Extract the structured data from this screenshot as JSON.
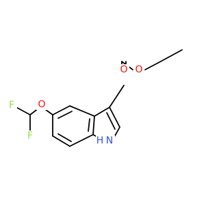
{
  "molecule": {
    "atoms": {
      "o_carbonyl": {
        "symbol": "O",
        "color": "#ff0d0d"
      },
      "o_ester": {
        "symbol": "O",
        "color": "#ff0d0d"
      },
      "o_ether": {
        "symbol": "O",
        "color": "#ff0d0d"
      },
      "f_top": {
        "symbol": "F",
        "color": "#90e050"
      },
      "f_bottom": {
        "symbol": "F",
        "color": "#90e050"
      },
      "n_indole": {
        "symbol": "N",
        "color": "#3050f8"
      },
      "h_indole": {
        "symbol": "H",
        "color": "#3050f8"
      }
    }
  }
}
